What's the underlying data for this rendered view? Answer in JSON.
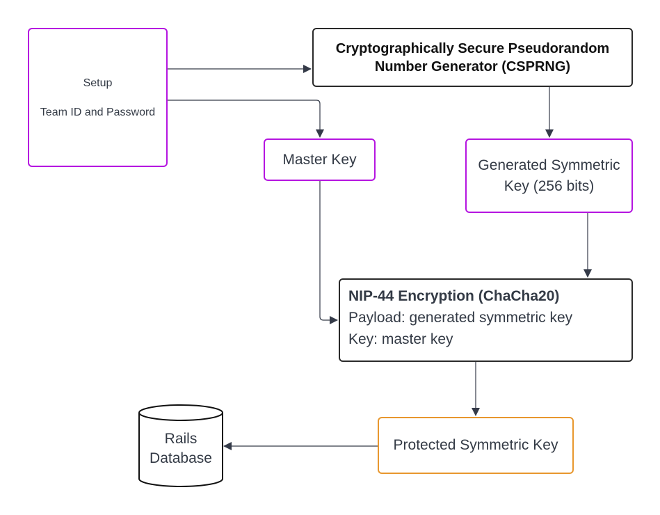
{
  "nodes": {
    "setup": {
      "line1": "Setup",
      "line2": "Team ID and Password"
    },
    "csprng": {
      "label": "Cryptographically Secure Pseudorandom Number Generator (CSPRNG)"
    },
    "master_key": {
      "label": "Master Key"
    },
    "generated_key": {
      "label": "Generated Symmetric Key (256 bits)"
    },
    "encryption": {
      "title": "NIP-44 Encryption (ChaCha20)",
      "payload": "Payload: generated symmetric key",
      "key": "Key: master key"
    },
    "protected_key": {
      "label": "Protected Symmetric Key"
    },
    "database": {
      "line1": "Rails",
      "line2": "Database"
    }
  },
  "colors": {
    "purple_border": "#b515e0",
    "black_border": "#2a2a2a",
    "orange_border": "#e8972e",
    "connector": "#343a48"
  }
}
